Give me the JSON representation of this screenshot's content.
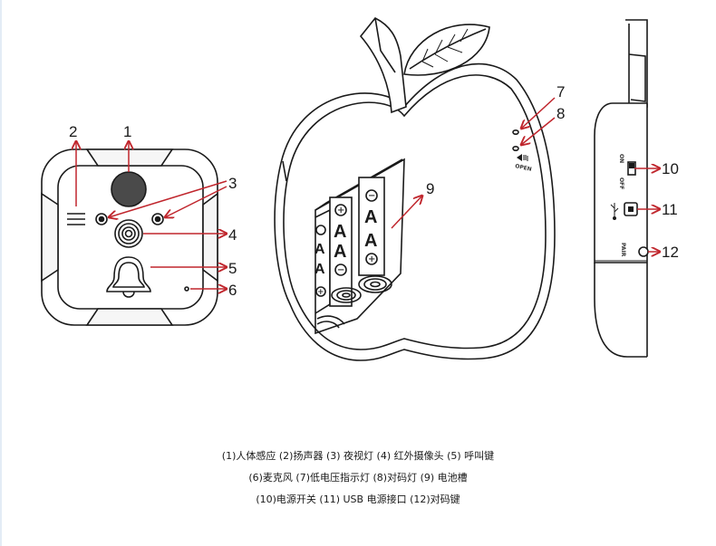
{
  "colors": {
    "outline": "#1a1a1a",
    "arrow": "#c0262d",
    "accent_rule": "#e3ecf5"
  },
  "callouts": [
    "1",
    "2",
    "3",
    "4",
    "5",
    "6",
    "7",
    "8",
    "9",
    "10",
    "11",
    "12"
  ],
  "battery_labels": {
    "letter": "A",
    "plus": "+",
    "minus": "−"
  },
  "side_labels": {
    "switch_on": "ON",
    "switch_off": "OFF",
    "open": "OPEN",
    "pair": "PAIR"
  },
  "legend": {
    "line1": "(1)人体感应 (2)扬声器 (3) 夜视灯 (4) 红外摄像头 (5) 呼叫键",
    "line2": "(6)麦克风   (7)低电压指示灯 (8)对码灯 (9) 电池槽",
    "line3": "(10)电源开关 (11) USB 电源接口 (12)对码键"
  }
}
